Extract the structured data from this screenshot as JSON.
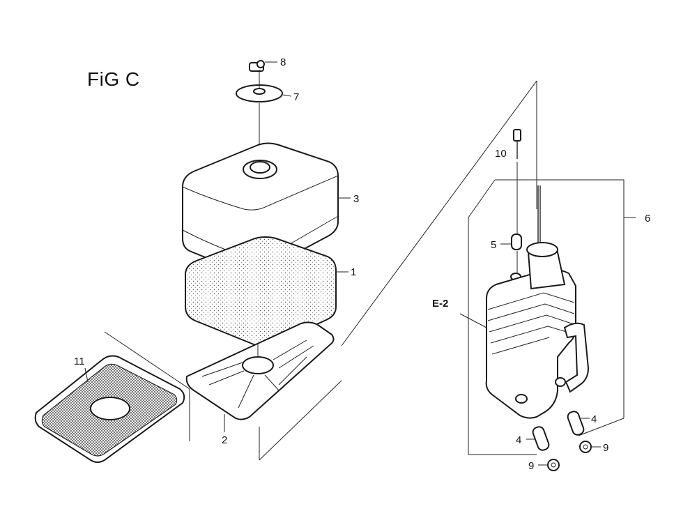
{
  "figure": {
    "title": "FiG C"
  },
  "callouts": {
    "p1": "1",
    "p2": "2",
    "p3": "3",
    "p4a": "4",
    "p4b": "4",
    "p5": "5",
    "p6": "6",
    "p7": "7",
    "p8": "8",
    "p9a": "9",
    "p9b": "9",
    "p10": "10",
    "p11": "11",
    "e2": "E-2"
  }
}
